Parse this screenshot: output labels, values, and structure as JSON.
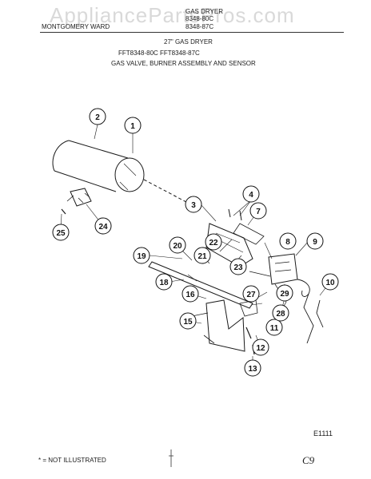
{
  "header": {
    "brand": "MONTGOMERY WARD",
    "product": "GAS DRYER",
    "model_line1": "8348-80C",
    "model_line2": "8348-87C",
    "title": "27\" GAS DRYER",
    "models": "FFT8348-80C  FFT8348-87C",
    "section": "GAS VALVE, BURNER ASSEMBLY AND SENSOR"
  },
  "watermark": "AppliancePartsPros.com",
  "callouts": [
    "1",
    "2",
    "3",
    "4",
    "7",
    "8",
    "9",
    "10",
    "11",
    "12",
    "13",
    "15",
    "16",
    "18",
    "19",
    "20",
    "21",
    "22",
    "23",
    "24",
    "25",
    "27",
    "28",
    "29"
  ],
  "footer": {
    "note": "* = NOT ILLUSTRATED",
    "code": "E1111",
    "page": "C9"
  }
}
